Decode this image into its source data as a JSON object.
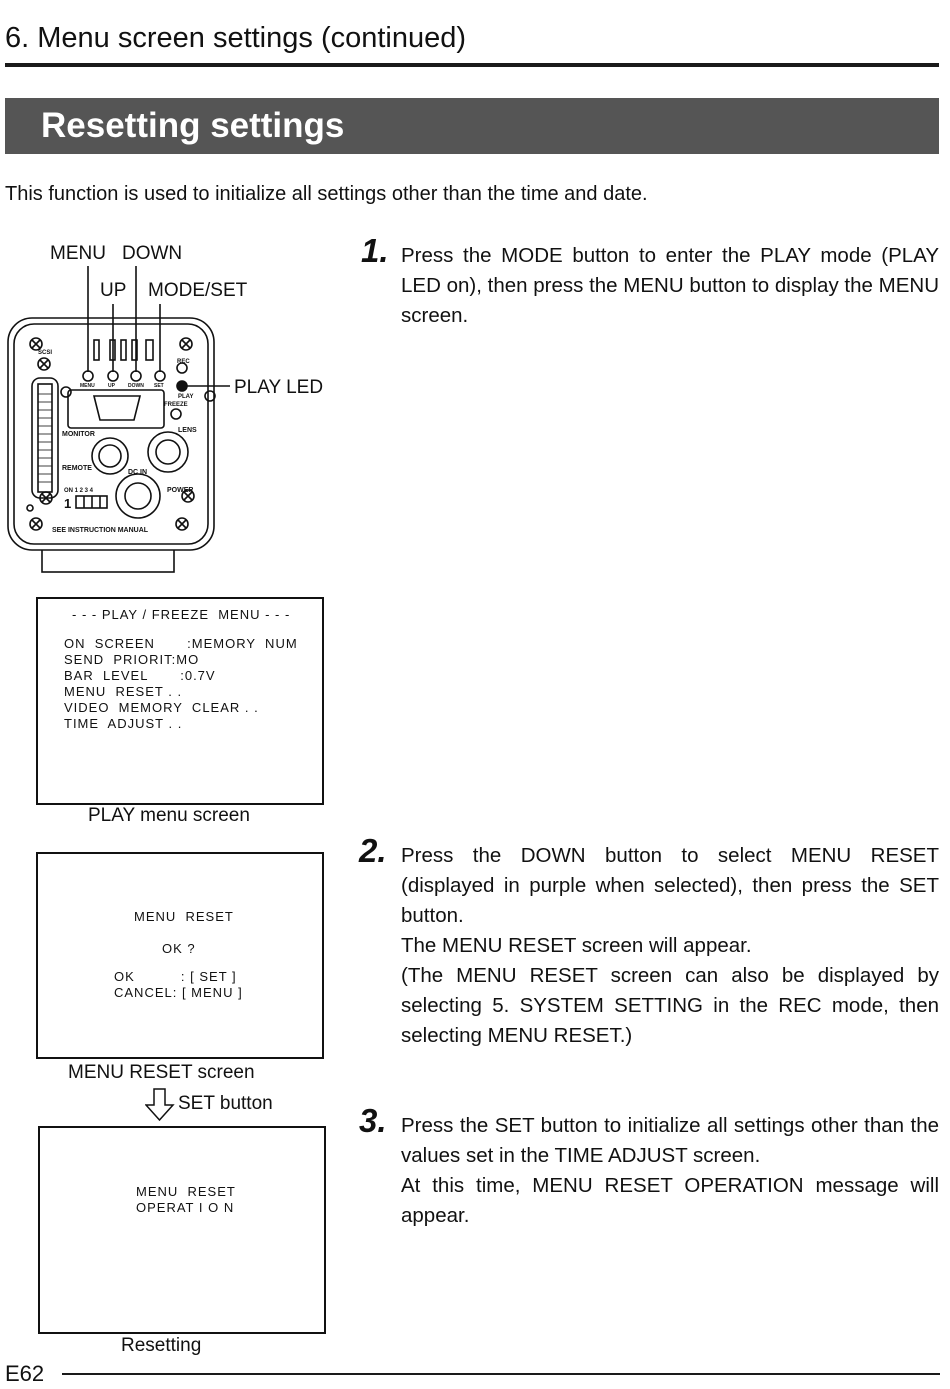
{
  "header": {
    "section_title": "6. Menu screen settings (continued)"
  },
  "banner": {
    "title": "Resetting settings"
  },
  "intro": "This function is used to initialize all settings other than the time and date.",
  "camera_diagram": {
    "labels": {
      "menu": "MENU",
      "down": "DOWN",
      "up": "UP",
      "mode_set": "MODE/SET",
      "play_led": "PLAY LED"
    },
    "panel_text": {
      "scsi": "SCSI",
      "rec": "REC",
      "play": "PLAY",
      "freeze": "FREEZE",
      "monitor": "MONITOR",
      "lens": "LENS",
      "remote": "REMOTE",
      "dc_in": "DC IN",
      "power": "POWER",
      "switch_on": "ON 1 2 3 4",
      "switch_num": "1",
      "see_manual": "SEE INSTRUCTION MANUAL",
      "btn_menu": "MENU",
      "btn_up": "UP",
      "btn_down": "DOWN",
      "btn_set": "SET"
    }
  },
  "play_menu_screen": {
    "title": "- - - PLAY / FREEZE  MENU - - -",
    "lines": [
      "ON  SCREEN       :MEMORY  NUM",
      "SEND  PRIORIT:MO",
      "BAR  LEVEL       :0.7V",
      "MENU  RESET . .",
      "VIDEO  MEMORY  CLEAR . .",
      "TIME  ADJUST . ."
    ],
    "caption": "PLAY menu screen"
  },
  "reset_screen": {
    "lines": [
      "MENU  RESET",
      "OK ?",
      "OK          : [ SET ]",
      "CANCEL: [ MENU ]"
    ],
    "caption": "MENU RESET screen",
    "arrow_label": "SET button"
  },
  "resetting_screen": {
    "lines": [
      "MENU  RESET",
      "OPERAT I O N"
    ],
    "caption": "Resetting"
  },
  "steps": [
    {
      "num": "1.",
      "paragraphs": [
        "Press the MODE button to enter the PLAY mode (PLAY LED on), then press the MENU button to display the MENU screen."
      ]
    },
    {
      "num": "2.",
      "paragraphs": [
        "Press the DOWN button to select MENU RESET (displayed in purple when selected), then press the SET button.",
        "The MENU RESET screen will appear.",
        "(The MENU RESET screen can also be displayed by selecting 5. SYSTEM SETTING in the REC mode, then selecting MENU RESET.)"
      ]
    },
    {
      "num": "3.",
      "paragraphs": [
        "Press the SET button to initialize all settings other than the values set in the TIME ADJUST screen.",
        "At this time, MENU RESET OPERATION message will appear."
      ]
    }
  ],
  "footer": {
    "page": "E62"
  }
}
